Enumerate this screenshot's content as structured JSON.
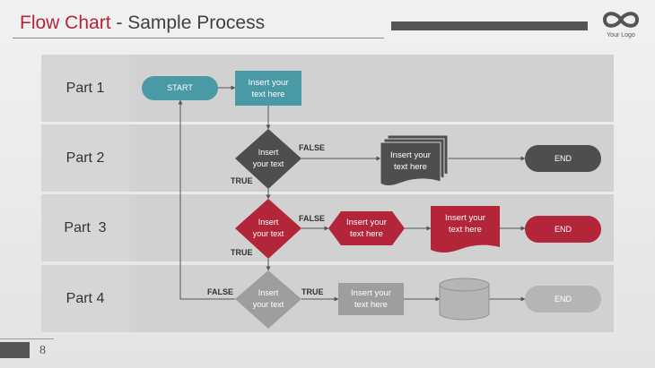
{
  "header": {
    "title_main": "Flow Chart",
    "title_rest": " - Sample Process",
    "logo_text": "Your Logo",
    "logo_icon": "infinity-icon"
  },
  "rows": [
    {
      "label": "Part 1"
    },
    {
      "label": "Part 2"
    },
    {
      "label": "Part  3"
    },
    {
      "label": "Part 4"
    }
  ],
  "nodes": {
    "start": "START",
    "p1_process": "Insert your\ntext here",
    "p2_decision": "Insert\nyour text",
    "p2_documents": "Insert your\ntext here",
    "p2_end": "END",
    "p3_decision": "Insert\nyour text",
    "p3_prep": "Insert your\ntext here",
    "p3_document": "Insert your\ntext here",
    "p3_end": "END",
    "p4_decision": "Insert\nyour text",
    "p4_process": "Insert your\ntext here",
    "p4_end": "END"
  },
  "edge_labels": {
    "p2_false": "FALSE",
    "p2_true": "TRUE",
    "p3_false": "FALSE",
    "p3_true": "TRUE",
    "p4_false": "FALSE",
    "p4_true": "TRUE"
  },
  "colors": {
    "teal": "#4a9aa5",
    "dark": "#4e4e4e",
    "red": "#b3263a",
    "gray": "#9e9e9e",
    "light_gray": "#b5b5b5"
  },
  "footer": {
    "page_number": "8"
  }
}
